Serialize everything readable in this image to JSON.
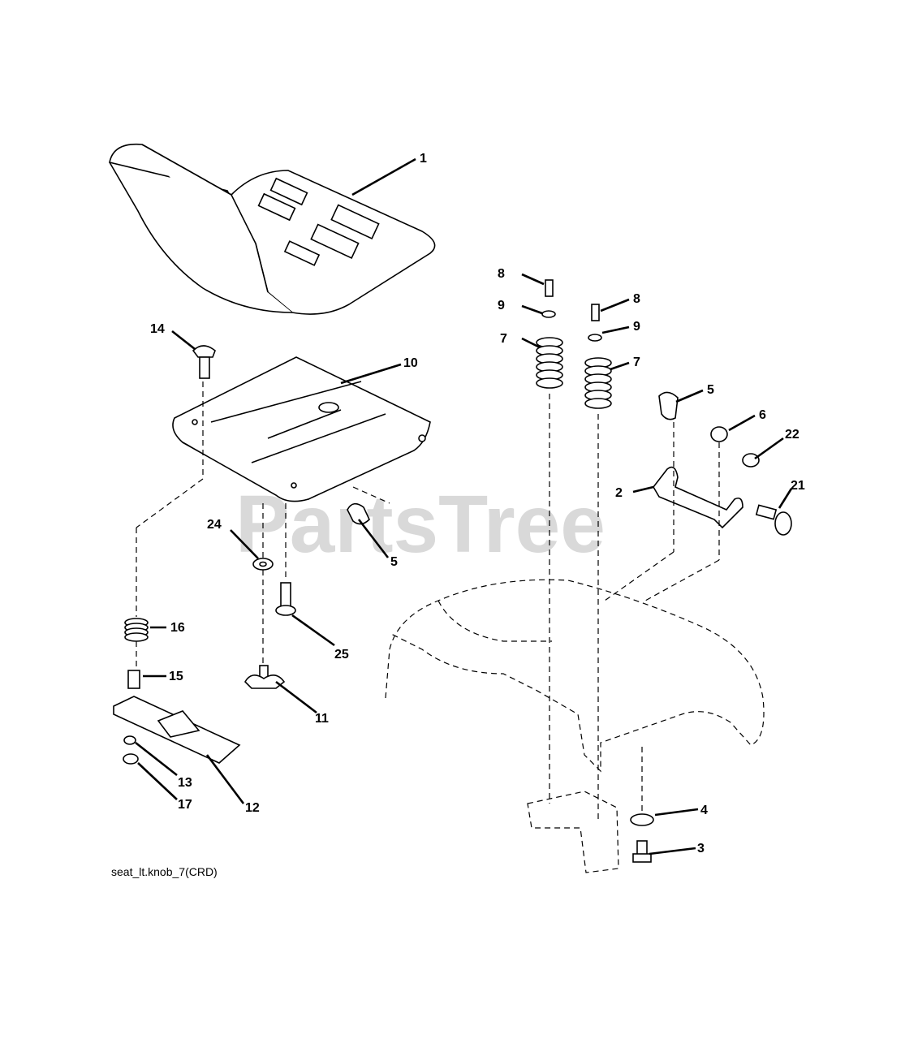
{
  "watermark": "PartsTree",
  "caption": "seat_lt.knob_7(CRD)",
  "callouts": [
    "1",
    "8",
    "9",
    "7",
    "8",
    "9",
    "7",
    "5",
    "6",
    "22",
    "2",
    "21",
    "14",
    "10",
    "24",
    "5",
    "25",
    "16",
    "15",
    "11",
    "13",
    "17",
    "12",
    "4",
    "3"
  ]
}
